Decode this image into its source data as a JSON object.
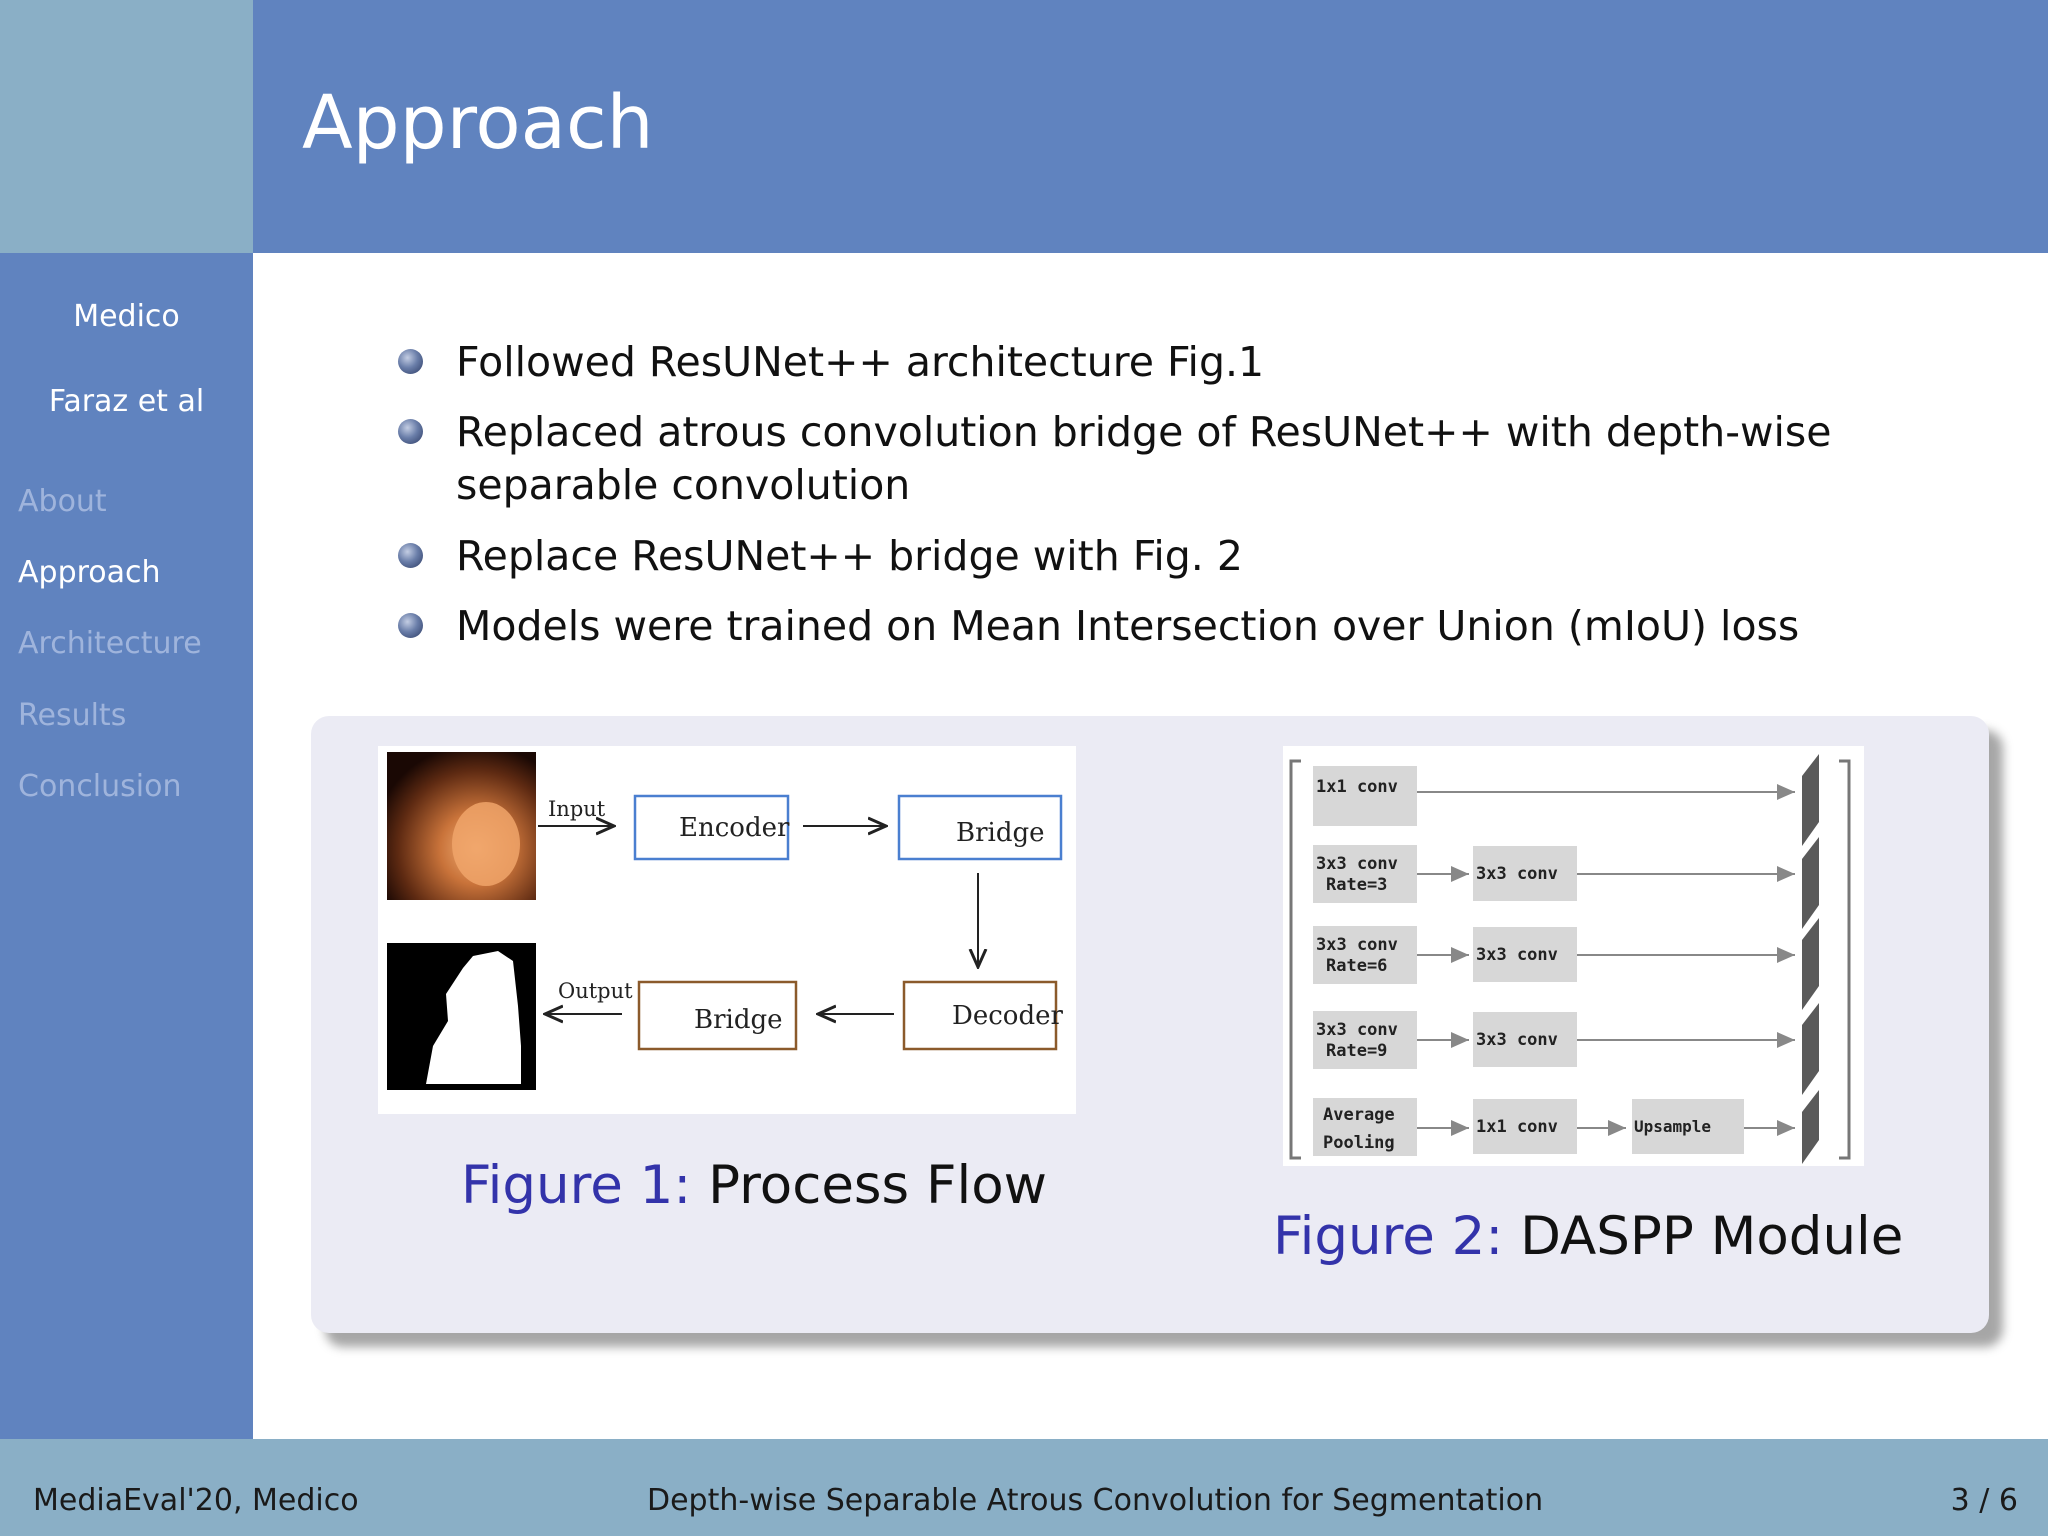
{
  "slide": {
    "title": "Approach"
  },
  "sidebar": {
    "short_title": "Medico",
    "author": "Faraz et al",
    "items": [
      {
        "label": "About",
        "active": false
      },
      {
        "label": "Approach",
        "active": true
      },
      {
        "label": "Architecture",
        "active": false
      },
      {
        "label": "Results",
        "active": false
      },
      {
        "label": "Conclusion",
        "active": false
      }
    ]
  },
  "bullets": [
    {
      "line1": "Followed ResUNet++ architecture Fig.1",
      "line2": ""
    },
    {
      "line1": "Replaced atrous convolution bridge of ResUNet++ with depth-wise",
      "line2": "separable convolution"
    },
    {
      "line1": "Replace ResUNet++ bridge with Fig. 2",
      "line2": ""
    },
    {
      "line1": "Models were trained on Mean Intersection over Union (mIoU) loss",
      "line2": ""
    }
  ],
  "figure1": {
    "caption_label": "Figure 1:",
    "caption_text": "Process Flow",
    "input_label": "Input",
    "output_label": "Output",
    "encoder": "Encoder",
    "bridge_top": "Bridge",
    "decoder": "Decoder",
    "bridge_bottom": "Bridge"
  },
  "figure2": {
    "caption_label": "Figure 2:",
    "caption_text": "DASPP Module",
    "row1_a": "1x1 conv",
    "row2_a1": "3x3 conv",
    "row2_a2": "Rate=3",
    "row2_b": "3x3 conv",
    "row3_a1": "3x3 conv",
    "row3_a2": "Rate=6",
    "row3_b": "3x3 conv",
    "row4_a1": "3x3 conv",
    "row4_a2": "Rate=9",
    "row4_b": "3x3 conv",
    "row5_a1": "Average",
    "row5_a2": "Pooling",
    "row5_b": "1x1 conv",
    "row5_c": "Upsample"
  },
  "footer": {
    "left": "MediaEval'20, Medico",
    "center": "Depth-wise Separable Atrous Convolution for Segmentation",
    "page": "3 / 6"
  },
  "colors": {
    "title_bar": "#6083bf",
    "corner": "#8aafc6",
    "footer": "#8aafc6",
    "caption_label": "#3333aa",
    "encoder_box": "#4a7fd0",
    "decoder_box": "#8b5a2b"
  }
}
